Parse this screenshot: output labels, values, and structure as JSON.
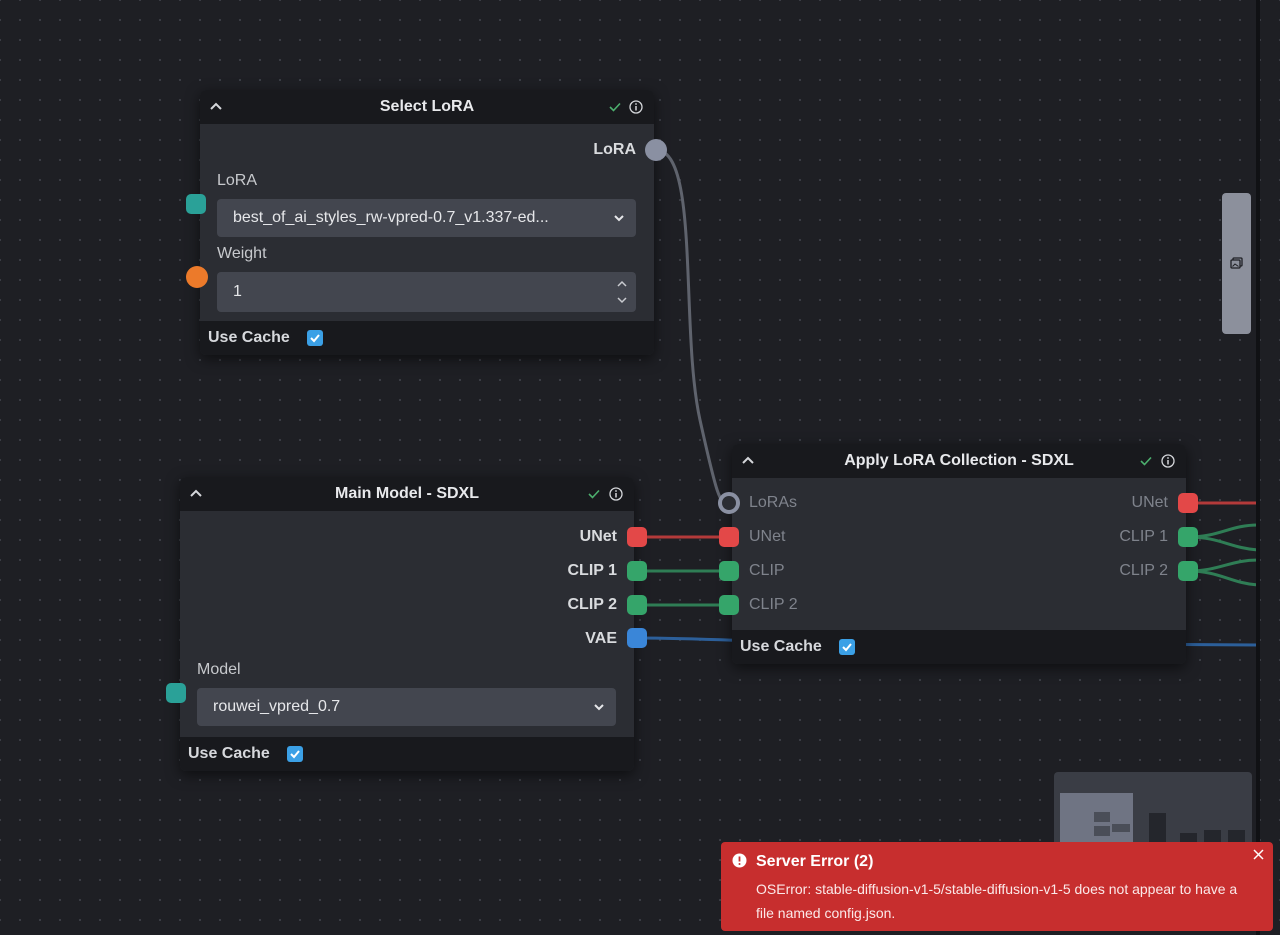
{
  "colors": {
    "canvas_bg": "#1e1f24",
    "node_bg": "#2b2d33",
    "header_bg": "#18191d",
    "unet_port": "#e34848",
    "clip_port": "#35a56a",
    "vae_port": "#3a86d8",
    "model_field_port": "#2aa198",
    "weight_field_port": "#ec7a2a",
    "lora_port": "#8a90a2",
    "checkbox": "#3ba0e6",
    "error_toast": "#c72e2e"
  },
  "nodes": {
    "select_lora": {
      "title": "Select LoRA",
      "output_lora": "LoRA",
      "lora_label": "LoRA",
      "lora_value": "best_of_ai_styles_rw-vpred-0.7_v1.337-ed...",
      "weight_label": "Weight",
      "weight_value": "1",
      "use_cache_label": "Use Cache",
      "use_cache_checked": true
    },
    "main_model": {
      "title": "Main Model - SDXL",
      "outputs": {
        "unet": "UNet",
        "clip1": "CLIP 1",
        "clip2": "CLIP 2",
        "vae": "VAE"
      },
      "model_label": "Model",
      "model_value": "rouwei_vpred_0.7",
      "use_cache_label": "Use Cache",
      "use_cache_checked": true
    },
    "apply_lora": {
      "title": "Apply LoRA Collection - SDXL",
      "inputs": {
        "loras": "LoRAs",
        "unet": "UNet",
        "clip": "CLIP",
        "clip2": "CLIP 2"
      },
      "outputs": {
        "unet": "UNet",
        "clip1": "CLIP 1",
        "clip2": "CLIP 2"
      },
      "use_cache_label": "Use Cache",
      "use_cache_checked": true
    }
  },
  "toast": {
    "title": "Server Error (2)",
    "message": "OSError: stable-diffusion-v1-5/stable-diffusion-v1-5 does not appear to have a file named config.json."
  },
  "icons": {
    "collapse": "chevron-up-icon",
    "status": "check-icon",
    "info": "info-icon",
    "dropdown": "chevron-down-icon",
    "stepper": "stepper-icon",
    "side_panel": "gallery-icon",
    "toast": "alert-circle-icon",
    "close": "close-icon"
  }
}
